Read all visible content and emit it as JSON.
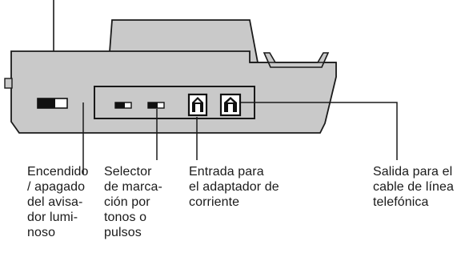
{
  "labels": {
    "power_switch": "Encendido\n/ apagado\ndel avisa-\ndor lumi-\nnoso",
    "dial_selector": "Selector\nde marca-\nción por\ntonos o\npulsos",
    "adapter_input": "Entrada para\nel adaptador de\ncorriente",
    "line_output": "Salida para el\ncable de línea\ntelefónica"
  },
  "colors": {
    "device_fill": "#c9c9c9",
    "outline": "#1a1a1a",
    "switch_dark": "#111111",
    "switch_light": "#ffffff"
  }
}
